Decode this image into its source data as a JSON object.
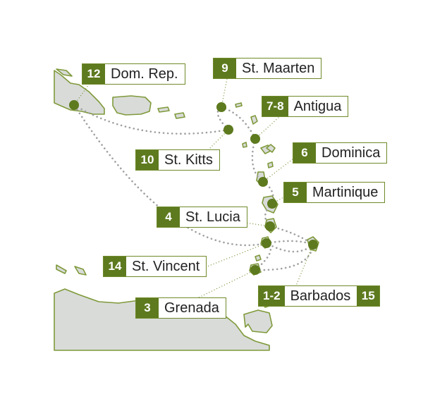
{
  "colors": {
    "land": "#d9dbd9",
    "coast": "#7f9a3a",
    "route": "#9ea19e",
    "marker": "#5d7a1e",
    "badge": "#5d7a1e",
    "leader": "#6f8a2a"
  },
  "stops": [
    {
      "id": "dom-rep",
      "numbers": [
        "12"
      ],
      "name": "Dom. Rep."
    },
    {
      "id": "st-maarten",
      "numbers": [
        "9"
      ],
      "name": "St. Maarten"
    },
    {
      "id": "antigua",
      "numbers": [
        "7-8"
      ],
      "name": "Antigua"
    },
    {
      "id": "st-kitts",
      "numbers": [
        "10"
      ],
      "name": "St. Kitts"
    },
    {
      "id": "dominica",
      "numbers": [
        "6"
      ],
      "name": "Dominica"
    },
    {
      "id": "martinique",
      "numbers": [
        "5"
      ],
      "name": "Martinique"
    },
    {
      "id": "st-lucia",
      "numbers": [
        "4"
      ],
      "name": "St. Lucia"
    },
    {
      "id": "st-vincent",
      "numbers": [
        "14"
      ],
      "name": "St. Vincent"
    },
    {
      "id": "grenada",
      "numbers": [
        "3"
      ],
      "name": "Grenada"
    },
    {
      "id": "barbados",
      "numbers": [
        "1-2",
        "15"
      ],
      "name": "Barbados"
    }
  ]
}
